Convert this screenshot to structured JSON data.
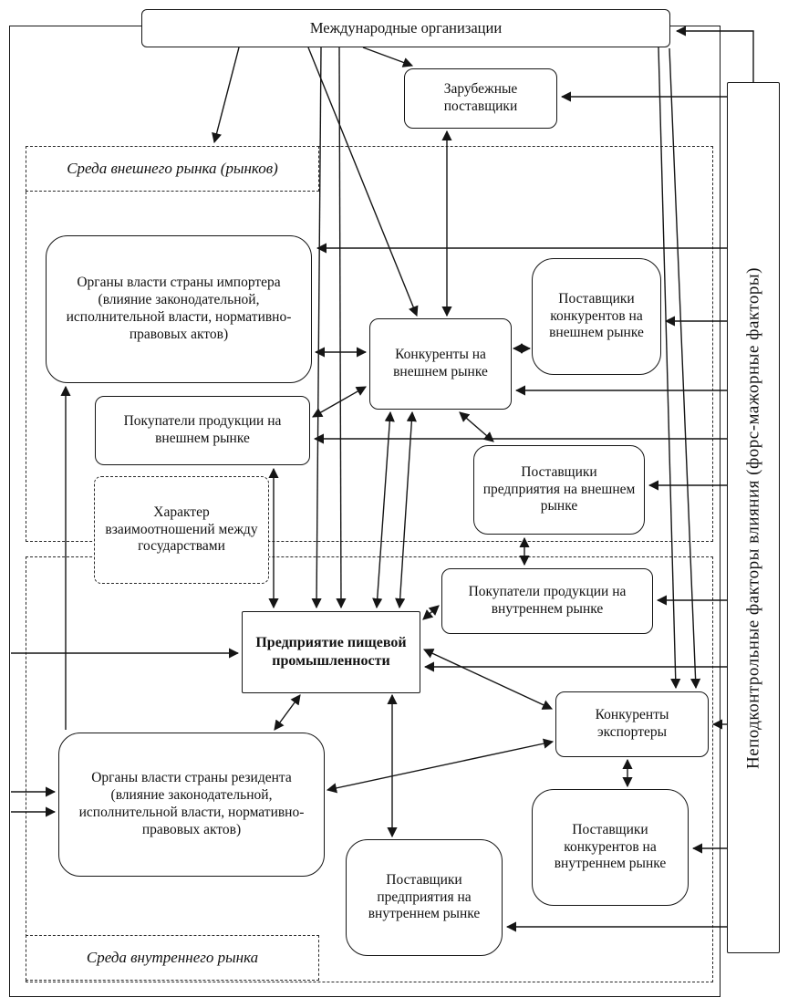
{
  "diagram": {
    "regions": {
      "external": "Среда внешнего рынка (рынков)",
      "internal": "Среда внутреннего рынка"
    },
    "nodes": {
      "international_organizations": "Международные организации",
      "foreign_suppliers": "Зарубежные поставщики",
      "importer_authorities": "Органы власти страны импортера (влияние законодательной, исполнительной власти, нормативно-правовых актов)",
      "external_competitor_suppliers": "Поставщики конкурентов на внешнем рынке",
      "external_competitors": "Конкуренты на внешнем рынке",
      "external_buyers": "Покупатели продукции на внешнем рынке",
      "interstate_relations": "Характер взаимоотношений между государствами",
      "external_enterprise_suppliers": "Поставщики предприятия на внешнем рынке",
      "internal_buyers": "Покупатели продукции на внутреннем рынке",
      "enterprise": "Предприятие пищевой промышленности",
      "exporter_competitors": "Конкуренты экспортеры",
      "resident_authorities": "Органы власти страны резидента (влияние законодательной, исполнительной власти, нормативно-правовых актов)",
      "internal_competitor_suppliers": "Поставщики конкурентов на внутреннем рынке",
      "internal_enterprise_suppliers": "Поставщики предприятия на внутреннем рынке",
      "uncontrollable_factors": "Неподконтрольные факторы влияния (форс-мажорные факторы)"
    },
    "edges": [
      {
        "from": "uncontrollable_factors",
        "to": "international_organizations",
        "dir": "one"
      },
      {
        "from": "uncontrollable_factors",
        "to": "foreign_suppliers",
        "dir": "one"
      },
      {
        "from": "uncontrollable_factors",
        "to": "importer_authorities",
        "dir": "one"
      },
      {
        "from": "uncontrollable_factors",
        "to": "external_competitor_suppliers",
        "dir": "one"
      },
      {
        "from": "uncontrollable_factors",
        "to": "external_competitors",
        "dir": "one"
      },
      {
        "from": "uncontrollable_factors",
        "to": "external_buyers",
        "dir": "one"
      },
      {
        "from": "uncontrollable_factors",
        "to": "external_enterprise_suppliers",
        "dir": "one"
      },
      {
        "from": "uncontrollable_factors",
        "to": "internal_buyers",
        "dir": "one"
      },
      {
        "from": "uncontrollable_factors",
        "to": "enterprise",
        "dir": "one"
      },
      {
        "from": "uncontrollable_factors",
        "to": "exporter_competitors",
        "dir": "one"
      },
      {
        "from": "uncontrollable_factors",
        "to": "internal_competitor_suppliers",
        "dir": "one"
      },
      {
        "from": "uncontrollable_factors",
        "to": "internal_enterprise_suppliers",
        "dir": "one"
      },
      {
        "from": "international_organizations",
        "to": "external_market_environment",
        "dir": "one"
      },
      {
        "from": "international_organizations",
        "to": "foreign_suppliers",
        "dir": "one"
      },
      {
        "from": "international_organizations",
        "to": "external_competitors",
        "dir": "one"
      },
      {
        "from": "international_organizations",
        "to": "enterprise",
        "dir": "one"
      },
      {
        "from": "international_organizations",
        "to": "exporter_competitors",
        "dir": "one"
      },
      {
        "from": "international_organizations",
        "to": "resident_authorities",
        "dir": "one"
      },
      {
        "from": "foreign_suppliers",
        "to": "external_competitors",
        "dir": "both"
      },
      {
        "from": "importer_authorities",
        "to": "external_competitors",
        "dir": "both"
      },
      {
        "from": "external_competitors",
        "to": "external_competitor_suppliers",
        "dir": "both"
      },
      {
        "from": "external_buyers",
        "to": "external_competitors",
        "dir": "both"
      },
      {
        "from": "external_competitors",
        "to": "enterprise",
        "dir": "both"
      },
      {
        "from": "external_competitors",
        "to": "external_enterprise_suppliers",
        "dir": "both"
      },
      {
        "from": "external_buyers",
        "to": "enterprise",
        "dir": "both"
      },
      {
        "from": "external_enterprise_suppliers",
        "to": "internal_buyers",
        "dir": "both"
      },
      {
        "from": "enterprise",
        "to": "internal_buyers",
        "dir": "both"
      },
      {
        "from": "enterprise",
        "to": "exporter_competitors",
        "dir": "both"
      },
      {
        "from": "enterprise",
        "to": "resident_authorities",
        "dir": "both"
      },
      {
        "from": "enterprise",
        "to": "internal_enterprise_suppliers",
        "dir": "both"
      },
      {
        "from": "resident_authorities",
        "to": "importer_authorities",
        "dir": "one"
      },
      {
        "from": "resident_authorities",
        "to": "exporter_competitors",
        "dir": "both"
      },
      {
        "from": "exporter_competitors",
        "to": "internal_competitor_suppliers",
        "dir": "both"
      }
    ]
  }
}
